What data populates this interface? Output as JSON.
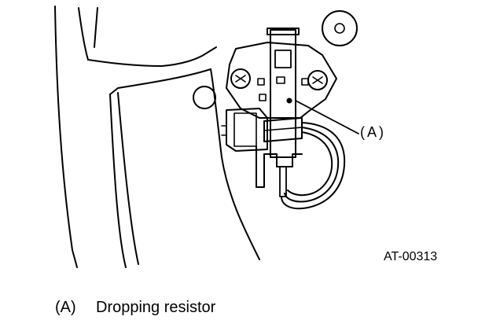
{
  "figure": {
    "callout_label": "(A)",
    "figure_id": "AT-00313"
  },
  "legend": {
    "items": [
      {
        "key": "(A)",
        "text": "Dropping resistor"
      }
    ]
  },
  "colors": {
    "ink": "#000000",
    "background": "#ffffff"
  }
}
